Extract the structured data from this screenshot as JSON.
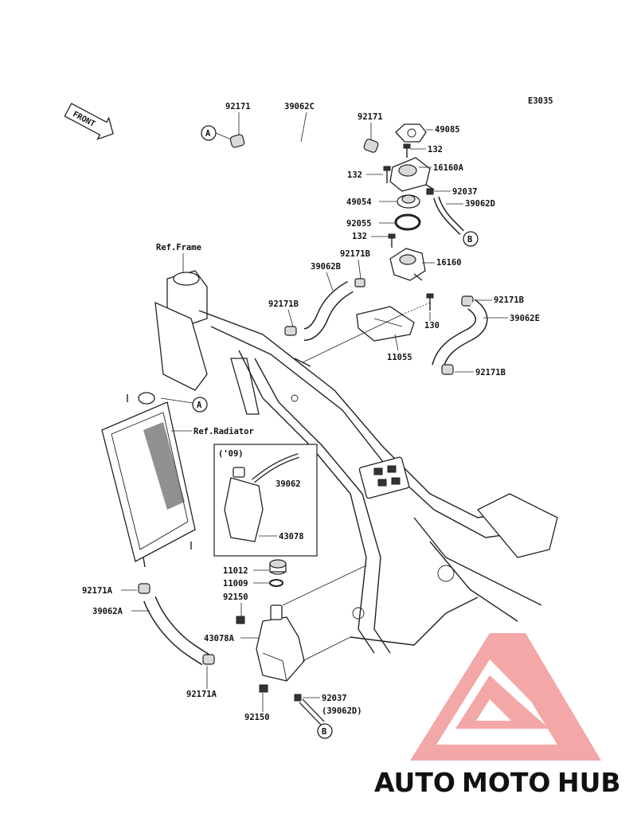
{
  "diagram": {
    "code": "E3035",
    "front_label": "FRONT",
    "ref_labels": {
      "frame": "Ref.Frame",
      "radiator": "Ref.Radiator"
    },
    "inset_year": "('09)",
    "connectors": {
      "a": "A",
      "b": "B"
    },
    "parts": {
      "p92171_left": "92171",
      "p39062C": "39062C",
      "p92171_right": "92171",
      "p49085": "49085",
      "p132_a": "132",
      "p16160A": "16160A",
      "p132_b": "132",
      "p92037_top": "92037",
      "p49054": "49054",
      "p39062D": "39062D",
      "p92055": "92055",
      "p132_c": "132",
      "p92171B_a": "92171B",
      "p16160": "16160",
      "p39062B": "39062B",
      "p92171B_b": "92171B",
      "p92171B_c": "92171B",
      "p130": "130",
      "p39062E": "39062E",
      "p11055": "11055",
      "p92171B_d": "92171B",
      "p39062": "39062",
      "p43078": "43078",
      "p11012": "11012",
      "p11009": "11009",
      "p92150_a": "92150",
      "p43078A": "43078A",
      "p92171A_a": "92171A",
      "p39062A": "39062A",
      "p92171A_b": "92171A",
      "p92037_bottom": "92037",
      "p39062D_paren": "(39062D)",
      "p92150_b": "92150"
    }
  },
  "watermark": {
    "text_part1": "AUTO",
    "text_part2": "MOTO",
    "text_part3": "HUB",
    "color_orange": "#f4a13b",
    "color_red": "#ef7a7a",
    "color_grey": "#8a8a8a"
  }
}
